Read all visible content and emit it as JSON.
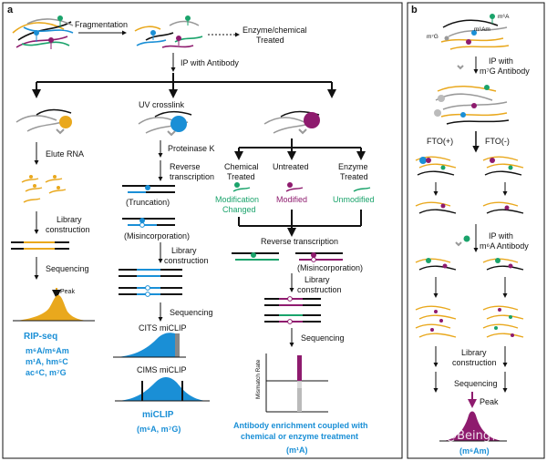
{
  "panel_a": {
    "letter": "a",
    "fragmentation": "Fragmentation",
    "enzyme_chemical_treated_1": "Enzyme/chemical",
    "enzyme_chemical_treated_2": "Treated",
    "ip_with_antibody": "IP with Antibody",
    "uv_crosslink": "UV crosslink",
    "elute_rna": "Elute RNA",
    "library_construction_1": "Library",
    "library_construction_2": "construction",
    "sequencing": "Sequencing",
    "peak": "Peak",
    "rip_seq_title": "RIP-seq",
    "rip_seq_mods_1": "m⁶A/m⁶Am",
    "rip_seq_mods_2": "m¹A, hm⁵C",
    "rip_seq_mods_3": "ac⁴C, m⁷G",
    "proteinase_k": "Proteinase K",
    "reverse_transcription_1": "Reverse",
    "reverse_transcription_2": "transcription",
    "truncation": "(Truncation)",
    "misincorporation": "(Misincorporation)",
    "cits_miclip": "CITS miCLIP",
    "cims_miclip": "CIMS miCLIP",
    "miclip_title": "miCLIP",
    "miclip_mods": "(m⁶A,  m⁷G)",
    "chemical_treated_1": "Chemical",
    "chemical_treated_2": "Treated",
    "untreated": "Untreated",
    "enzyme_treated_1": "Enzyme",
    "enzyme_treated_2": "Treated",
    "modification_changed_1": "Modification",
    "modification_changed_2": "Changed",
    "modified": "Modified",
    "unmodified": "Unmodified",
    "reverse_transcription_full": "Reverse transcription",
    "mismatch_rate": "Mismatch Rate",
    "antibody_enrichment_1": "Antibody enrichment coupled with",
    "antibody_enrichment_2": "chemical or enzyme treatment",
    "antibody_enrichment_mod": "(m¹A)"
  },
  "panel_b": {
    "letter": "b",
    "m6a": "m⁶A",
    "m7g": "m⁷G",
    "m6am": "m⁶Am",
    "ip_with_m7g_1": "IP with",
    "ip_with_m7g_2": "m⁷G Antibody",
    "fto_plus": "FTO(+)",
    "fto_minus": "FTO(-)",
    "ip_with_m6a_1": "IP with",
    "ip_with_m6a_2": "m⁶A Antibody",
    "library_construction_1": "Library",
    "library_construction_2": "construction",
    "sequencing": "Sequencing",
    "peak": "Peak",
    "result_mod": "(m⁶Am)"
  },
  "watermark": "知乎 @Being科学",
  "colors": {
    "gold": "#e9a81d",
    "blue": "#1a8fd6",
    "purple": "#8e1b6e",
    "green": "#1aa36b",
    "gray": "#9a9a9a",
    "black": "#111111"
  }
}
